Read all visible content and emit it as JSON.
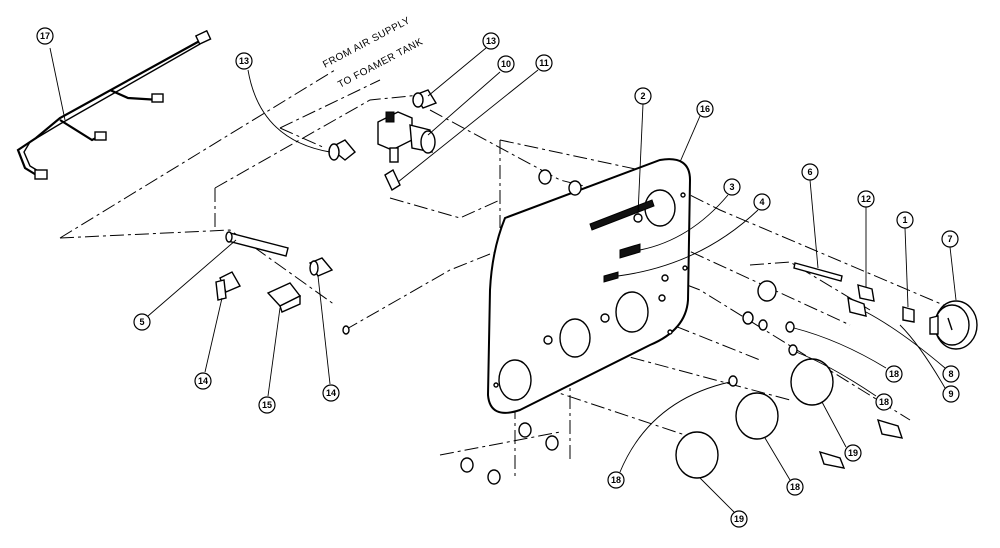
{
  "notes": {
    "air_supply": "FROM AIR SUPPLY",
    "foamer_tank": "TO FOAMER TANK"
  },
  "callouts": [
    "1",
    "2",
    "3",
    "4",
    "5",
    "6",
    "7",
    "8",
    "9",
    "10",
    "11",
    "12",
    "13",
    "13",
    "14",
    "14",
    "15",
    "16",
    "17",
    "18",
    "18",
    "18",
    "18",
    "19",
    "19"
  ]
}
